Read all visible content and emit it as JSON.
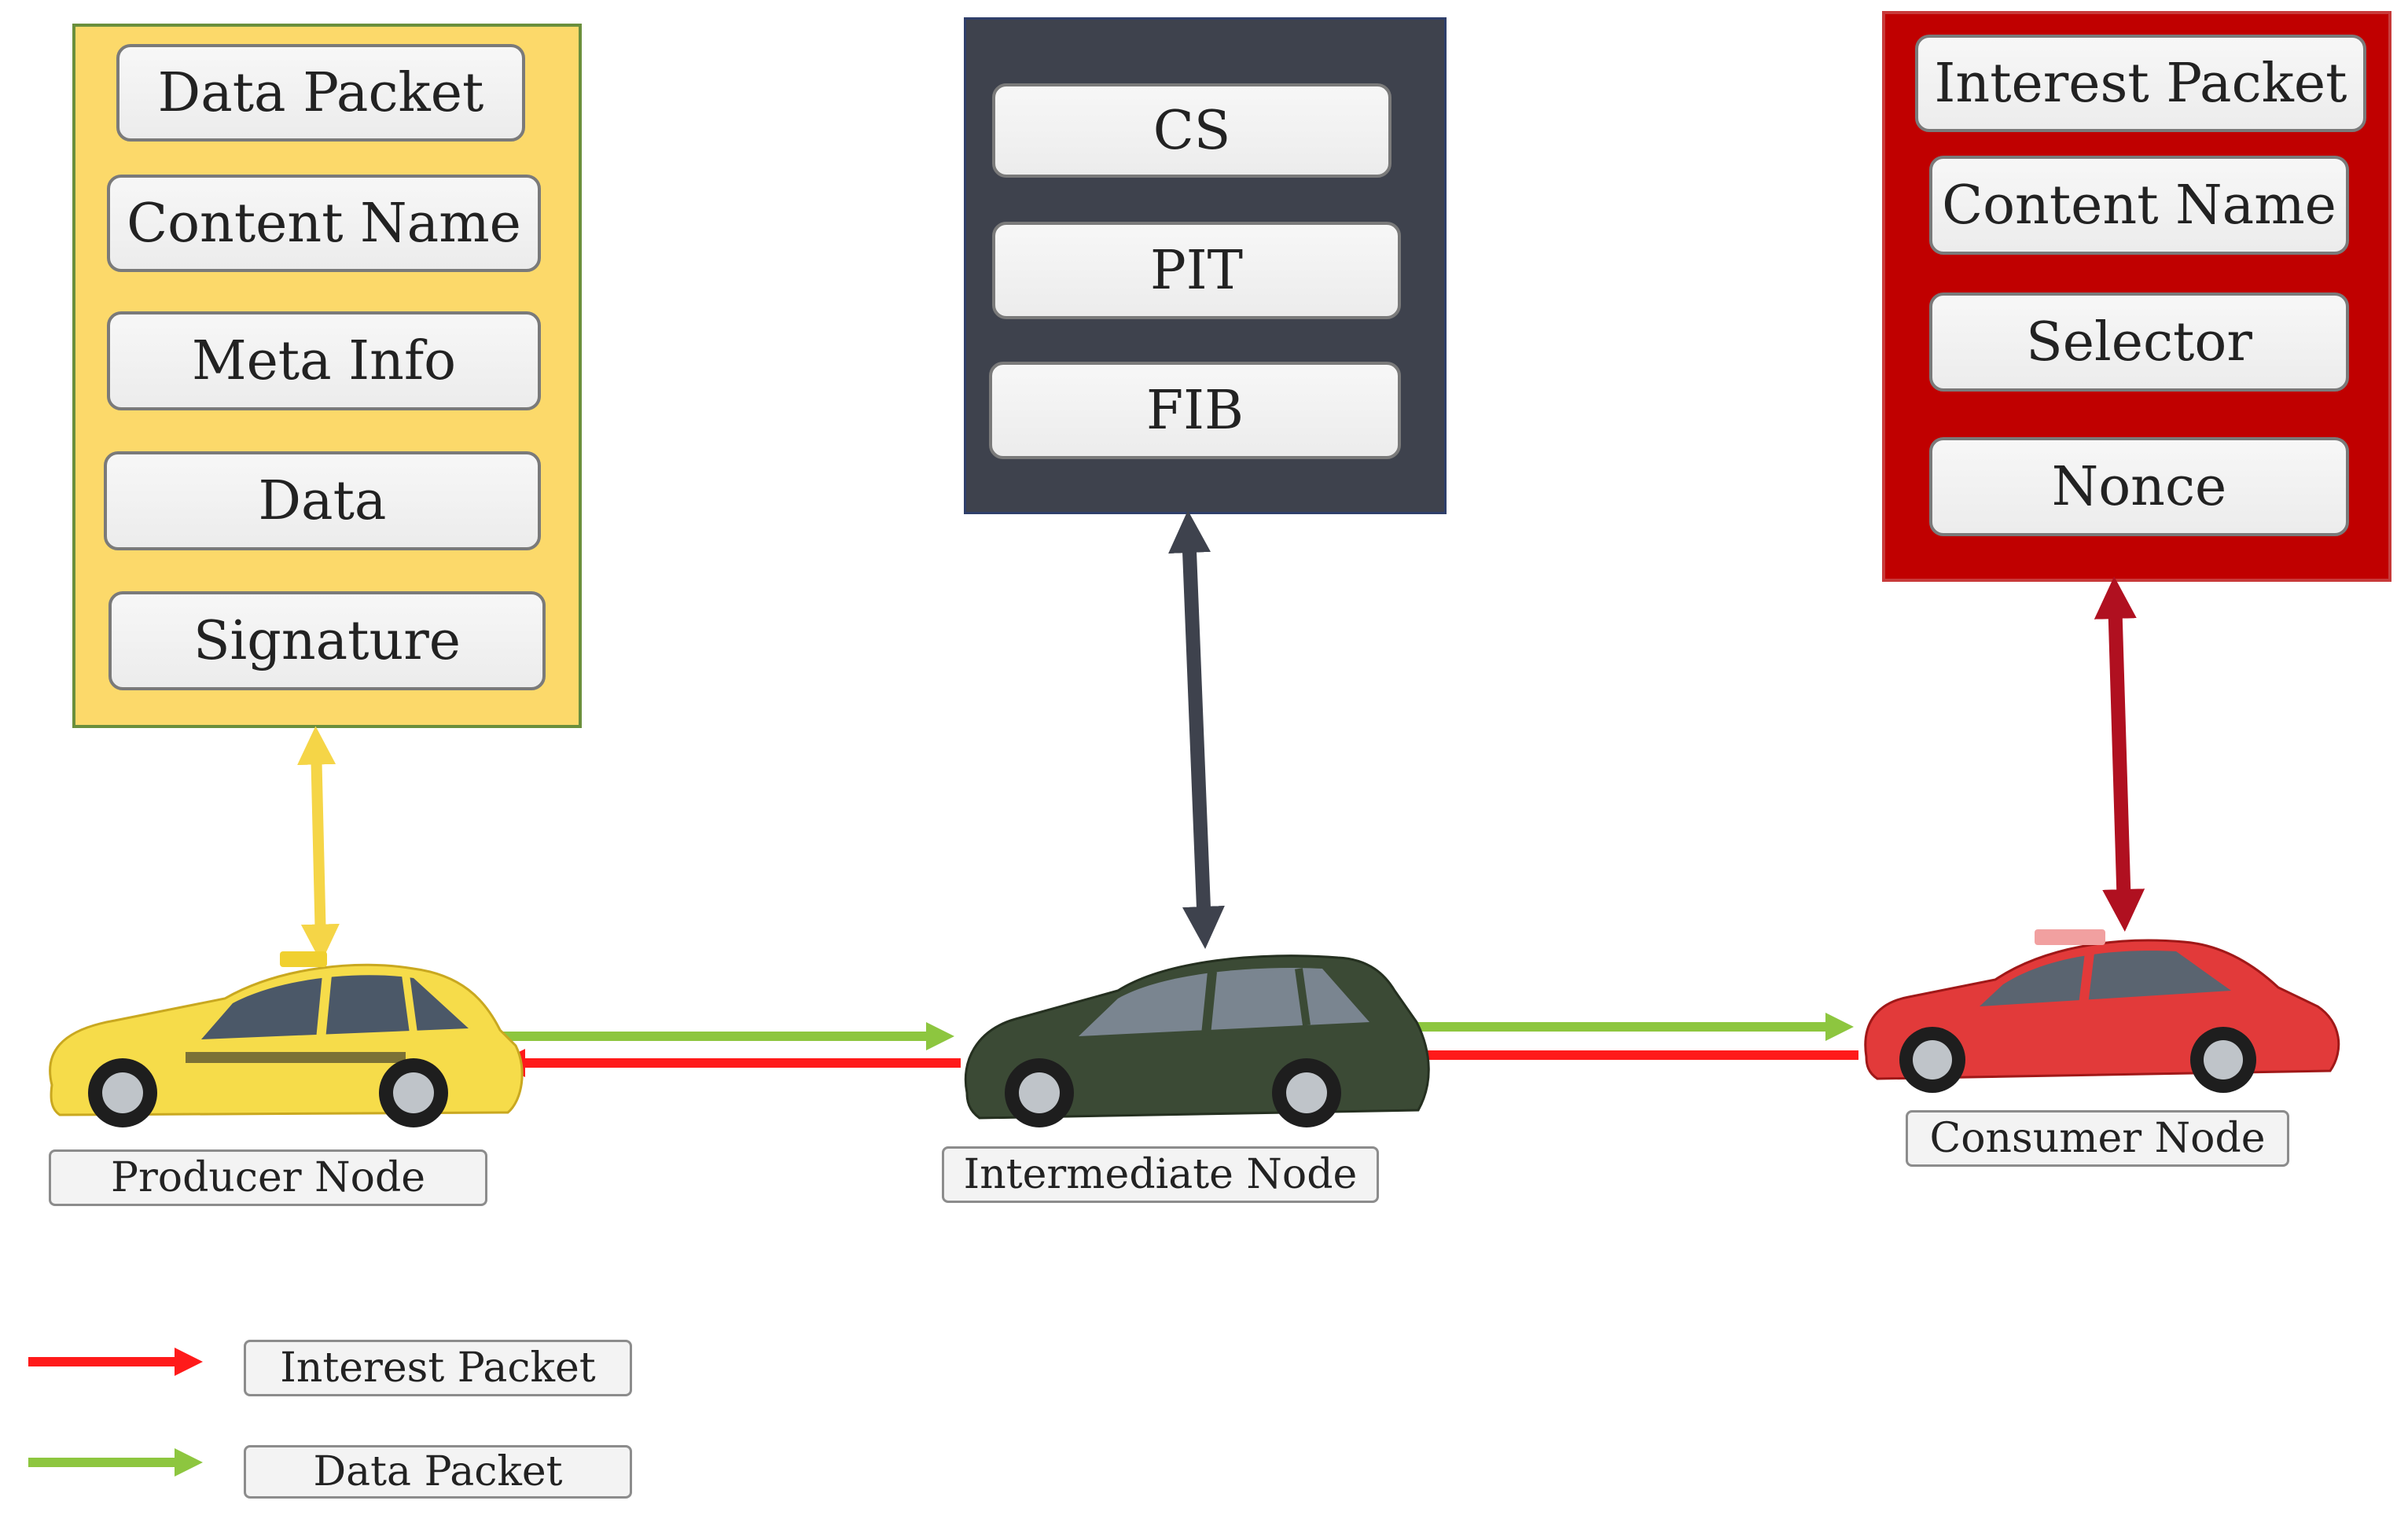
{
  "producer_panel": {
    "fields": [
      "Data Packet",
      "Content Name",
      "Meta Info",
      "Data",
      "Signature"
    ],
    "color": "#fcd96a"
  },
  "intermediate_panel": {
    "fields": [
      "CS",
      "PIT",
      "FIB"
    ],
    "color": "#3e424d"
  },
  "consumer_panel": {
    "fields": [
      "Interest Packet",
      "Content Name",
      "Selector",
      "Nonce"
    ],
    "color": "#c00000"
  },
  "nodes": {
    "producer": "Producer Node",
    "intermediate": "Intermediate  Node",
    "consumer": "Consumer Node"
  },
  "legend": {
    "interest": "Interest Packet",
    "data": "Data Packet"
  },
  "colors": {
    "interest_arrow": "#ff1a1a",
    "data_arrow": "#8dc63f",
    "producer_link": "#f5d547",
    "intermediate_link": "#3e424d",
    "consumer_link": "#b01020"
  }
}
